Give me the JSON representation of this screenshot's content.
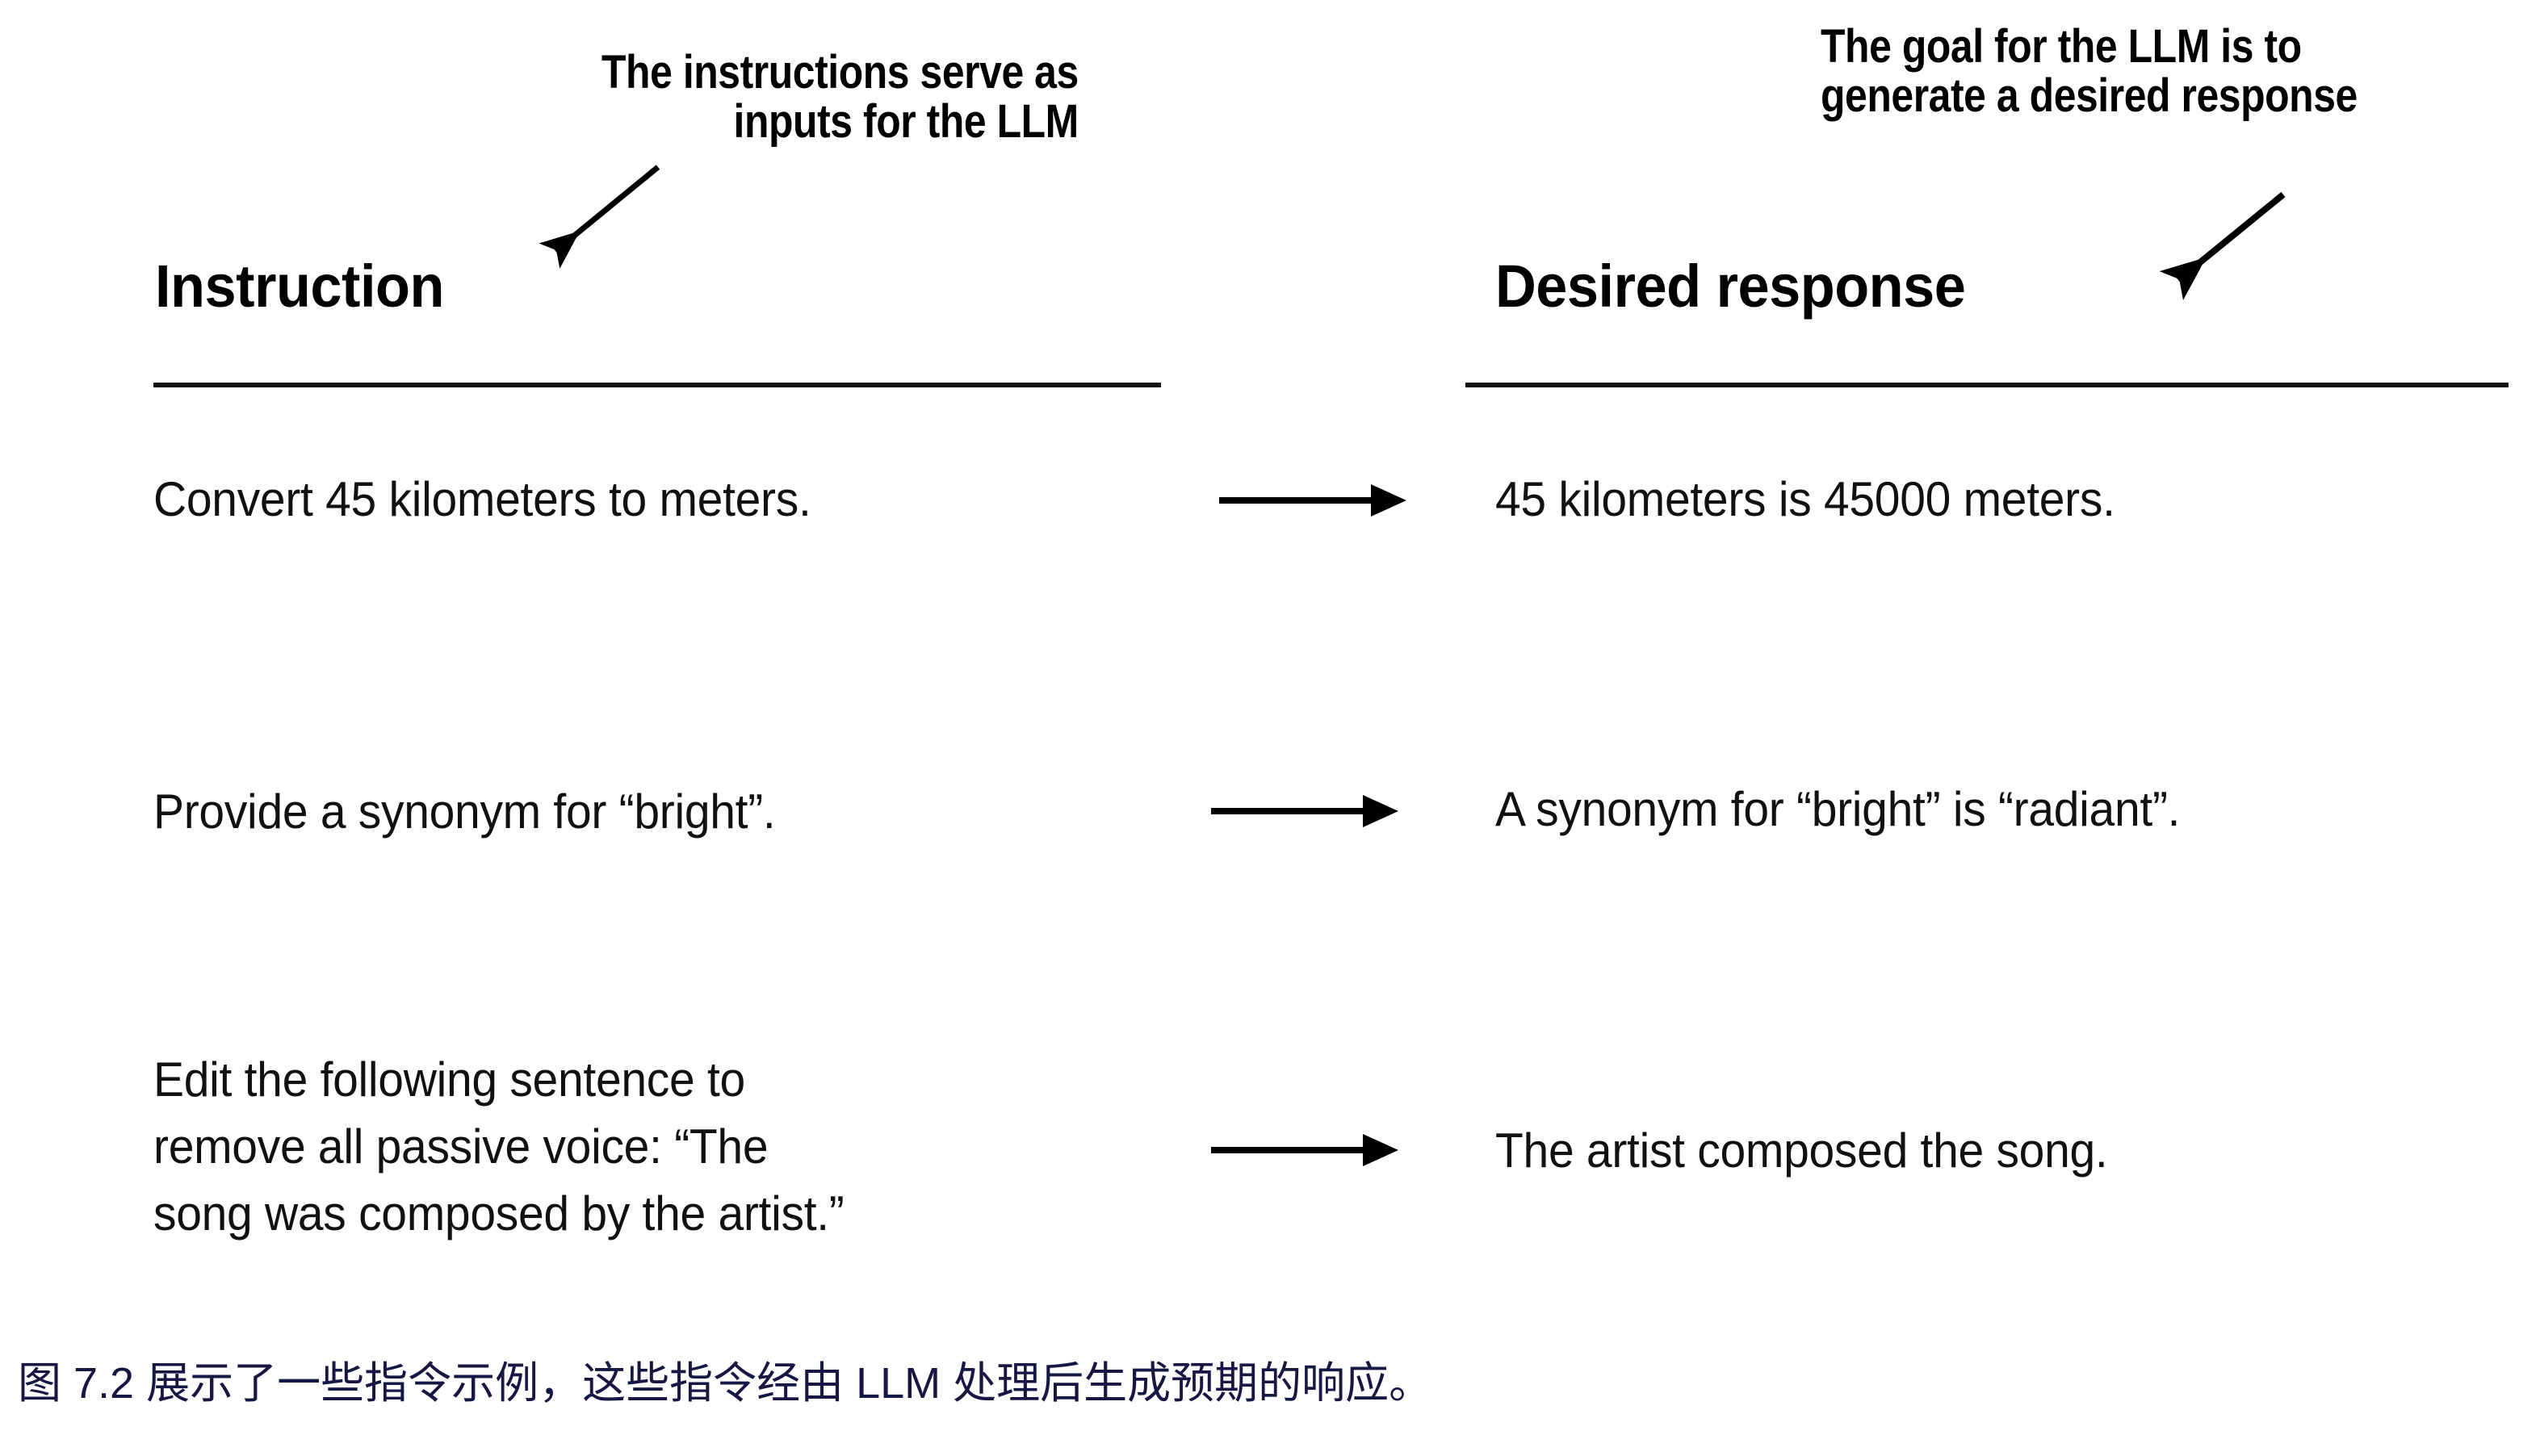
{
  "figure": {
    "headings": {
      "instruction": "Instruction",
      "desired_response": "Desired response"
    },
    "annotations": {
      "left": {
        "line1": "The instructions serve as",
        "line2": "inputs for the LLM",
        "arrow_icon": "annotation-arrow-down-left-icon"
      },
      "right": {
        "line1": "The goal for the LLM is to",
        "line2": "generate a desired response",
        "arrow_icon": "annotation-arrow-down-left-icon"
      }
    },
    "rows": [
      {
        "instruction_lines": [
          "Convert 45 kilometers to meters."
        ],
        "response_lines": [
          "45 kilometers is 45000 meters."
        ],
        "arrow_icon": "right-arrow-icon"
      },
      {
        "instruction_lines": [
          "Provide a synonym for “bright”."
        ],
        "response_lines": [
          "A synonym for “bright” is “radiant”."
        ],
        "arrow_icon": "right-arrow-icon"
      },
      {
        "instruction_lines": [
          "Edit the following sentence to",
          "remove all passive voice: “The",
          "song was composed by the artist.”"
        ],
        "response_lines": [
          "The artist composed the song."
        ],
        "arrow_icon": "right-arrow-icon"
      }
    ],
    "caption": "图 7.2 展示了一些指令示例，这些指令经由 LLM 处理后生成预期的响应。",
    "colors": {
      "ink": "#111111",
      "caption": "#171743",
      "background": "#ffffff"
    }
  }
}
